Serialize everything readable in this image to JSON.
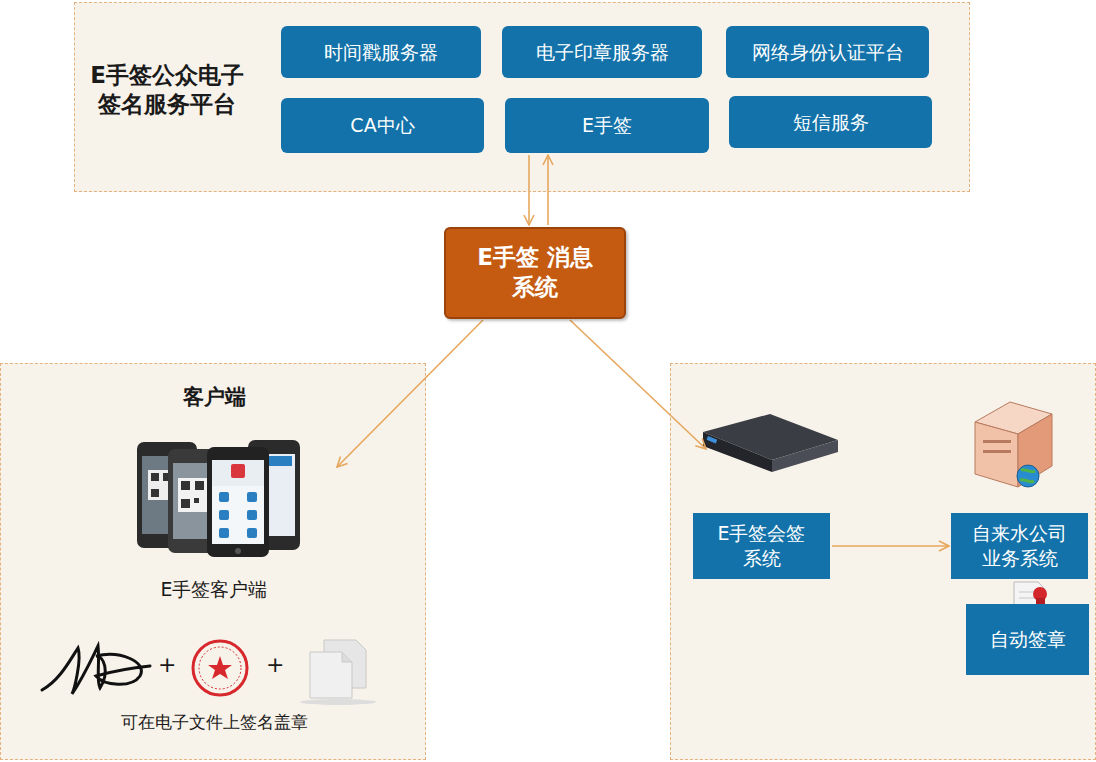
{
  "diagram": {
    "nodes": [
      {
        "text": [
          "E手签公众电子 签名服务平台"
        ]
      },
      {
        "text": [
          "时间戳服务器"
        ],
        "in": 0
      },
      {
        "text": [
          "电子印章服务器"
        ],
        "in": 0
      },
      {
        "text": [
          "网络身份认证平台"
        ],
        "in": 0
      },
      {
        "text": [
          "CA中心"
        ],
        "in": 0
      },
      {
        "text": [
          "E手签"
        ],
        "in": 0
      },
      {
        "text": [
          "短信服务"
        ],
        "in": 0
      },
      {
        "text": [
          "E手签 消息系统"
        ]
      },
      {
        "text": [
          "客户端",
          "E手签客户端",
          "可在电子文件上签名盖章"
        ]
      },
      {
        "text": []
      },
      {
        "text": [
          "E手签会签 系统"
        ],
        "in": 9
      },
      {
        "text": [
          "自来水公司 业务系统"
        ],
        "in": 9
      },
      {
        "text": [
          "自动签章"
        ],
        "in": 9
      }
    ],
    "edges": [
      {
        "from": 5,
        "to": 7,
        "arrow": "to"
      },
      {
        "from": 7,
        "to": 5,
        "arrow": "to"
      },
      {
        "from": 7,
        "to": 8,
        "arrow": "to"
      },
      {
        "from": 7,
        "to": 10,
        "arrow": "to"
      },
      {
        "from": 10,
        "to": 11,
        "arrow": "to"
      }
    ],
    "labels": [
      "+",
      "+"
    ]
  }
}
